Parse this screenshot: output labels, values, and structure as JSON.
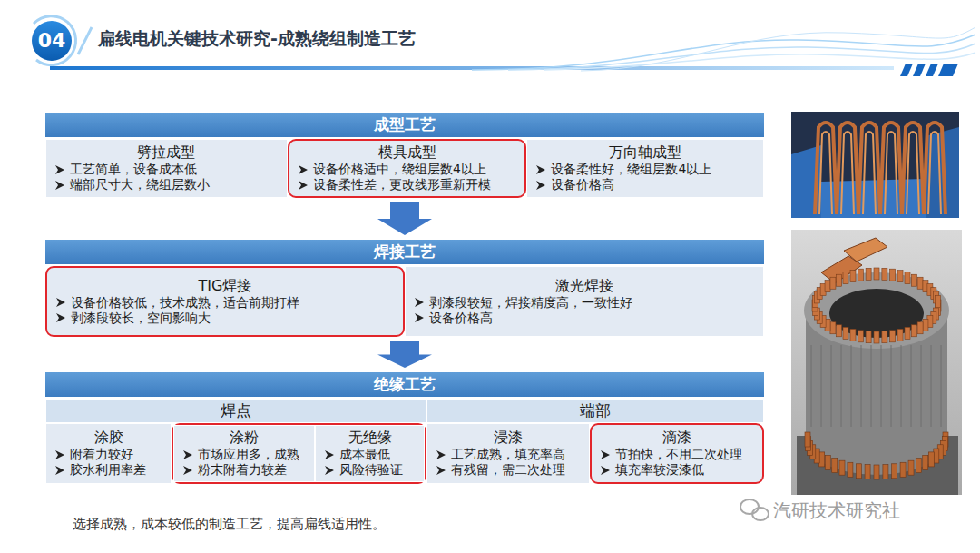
{
  "diagram": {
    "title": "扁线电机关键技术研究-成熟绕组制造工艺",
    "caption": "选择成熟，成本较低的制造工艺，提高扁线适用性。",
    "nodes": [
      {
        "text": [
          "成型工艺"
        ]
      },
      {
        "text": [
          "劈拉成型",
          "工艺简单，设备成本低",
          "端部尺寸大，绕组层数小"
        ],
        "in": 0
      },
      {
        "text": [
          "模具成型",
          "设备价格适中，绕组层数4以上",
          "设备柔性差，更改线形重新开模"
        ],
        "in": 0
      },
      {
        "text": [
          "万向轴成型",
          "设备柔性好，绕组层数4以上",
          "设备价格高"
        ],
        "in": 0
      },
      {
        "text": [
          "焊接工艺"
        ]
      },
      {
        "text": [
          "TIG焊接",
          "设备价格较低，技术成熟，适合前期打样",
          "剥漆段较长，空间影响大"
        ],
        "in": 4
      },
      {
        "text": [
          "激光焊接",
          "剥漆段较短，焊接精度高，一致性好",
          "设备价格高"
        ],
        "in": 4
      },
      {
        "text": [
          "绝缘工艺"
        ]
      },
      {
        "text": [
          "焊点"
        ],
        "in": 7
      },
      {
        "text": [
          "涂胶",
          "附着力较好",
          "胶水利用率差"
        ],
        "in": 8
      },
      {
        "text": [
          "涂粉",
          "市场应用多，成熟",
          "粉末附着力较差"
        ],
        "in": 8
      },
      {
        "text": [
          "无绝缘",
          "成本最低",
          "风险待验证"
        ],
        "in": 8
      },
      {
        "text": [
          "端部"
        ],
        "in": 7
      },
      {
        "text": [
          "浸漆",
          "工艺成熟，填充率高",
          "有残留，需二次处理"
        ],
        "in": 12
      },
      {
        "text": [
          "滴漆",
          "节拍快，不用二次处理",
          "填充率较浸漆低"
        ],
        "in": 12
      }
    ],
    "edges": [
      {
        "from": 0,
        "to": 4,
        "arrow": "to"
      },
      {
        "from": 4,
        "to": 7,
        "arrow": "to"
      }
    ],
    "labels": [
      "04",
      "汽研技术研究社"
    ]
  }
}
